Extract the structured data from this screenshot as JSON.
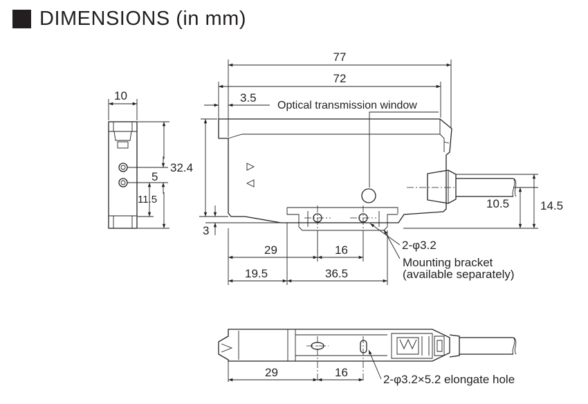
{
  "header": {
    "title": "DIMENSIONS (in mm)"
  },
  "side_view": {
    "width": "10",
    "height": "32.4",
    "hole_pitch": "5",
    "hole_offset": "11.5"
  },
  "front_view": {
    "overall_length": "77",
    "body_length": "72",
    "front_offset": "3.5",
    "window_label": "Optical transmission window",
    "bottom_offset": "3",
    "cable_height": "10.5",
    "rear_height": "14.5",
    "hole_distance_1": "29",
    "hole_pitch": "16",
    "hole_label": "2-φ3.2",
    "bracket_label_line1": "Mounting bracket",
    "bracket_label_line2": "(available separately)",
    "bracket_offset": "19.5",
    "bracket_length": "36.5"
  },
  "bottom_view": {
    "hole_distance_1": "29",
    "hole_pitch": "16",
    "elongate_label": "2-φ3.2×5.2 elongate hole"
  }
}
